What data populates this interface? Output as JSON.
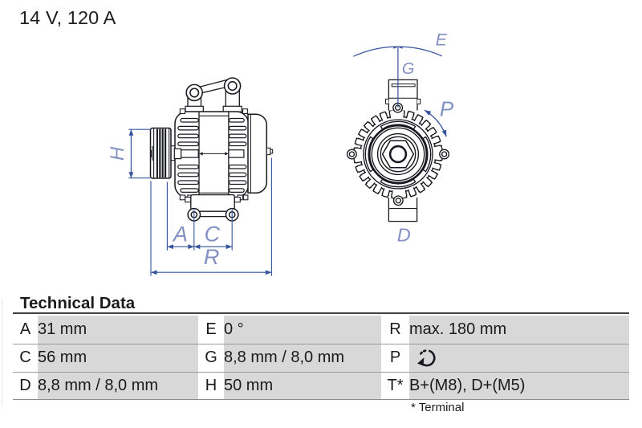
{
  "header": {
    "title": "14 V, 120 A"
  },
  "diagram": {
    "side_view": {
      "h_label": "H",
      "a_label": "A",
      "c_label": "C",
      "r_label": "R"
    },
    "front_view": {
      "e_label": "E",
      "g_label": "G",
      "p_label": "P",
      "d_label": "D"
    }
  },
  "table": {
    "title": "Technical Data",
    "rows": [
      [
        {
          "key": "A",
          "value": "31 mm"
        },
        {
          "key": "E",
          "value": "0 °"
        },
        {
          "key": "R",
          "value": "max. 180 mm"
        }
      ],
      [
        {
          "key": "C",
          "value": "56 mm"
        },
        {
          "key": "G",
          "value": "8,8 mm / 8,0 mm"
        },
        {
          "key": "P",
          "value": "",
          "icon": "rotation-direction-icon"
        }
      ],
      [
        {
          "key": "D",
          "value": "8,8 mm / 8,0 mm"
        },
        {
          "key": "H",
          "value": "50 mm"
        },
        {
          "key": "T*",
          "value": "B+(M8), D+(M5)"
        }
      ]
    ],
    "footnote": "* Terminal"
  },
  "colors": {
    "dimension_line": "#35529d",
    "dimension_label": "#8290c2",
    "drawing_ink": "#181820",
    "table_value_bg": "#d8d8d8",
    "text": "#1a1a1a"
  }
}
